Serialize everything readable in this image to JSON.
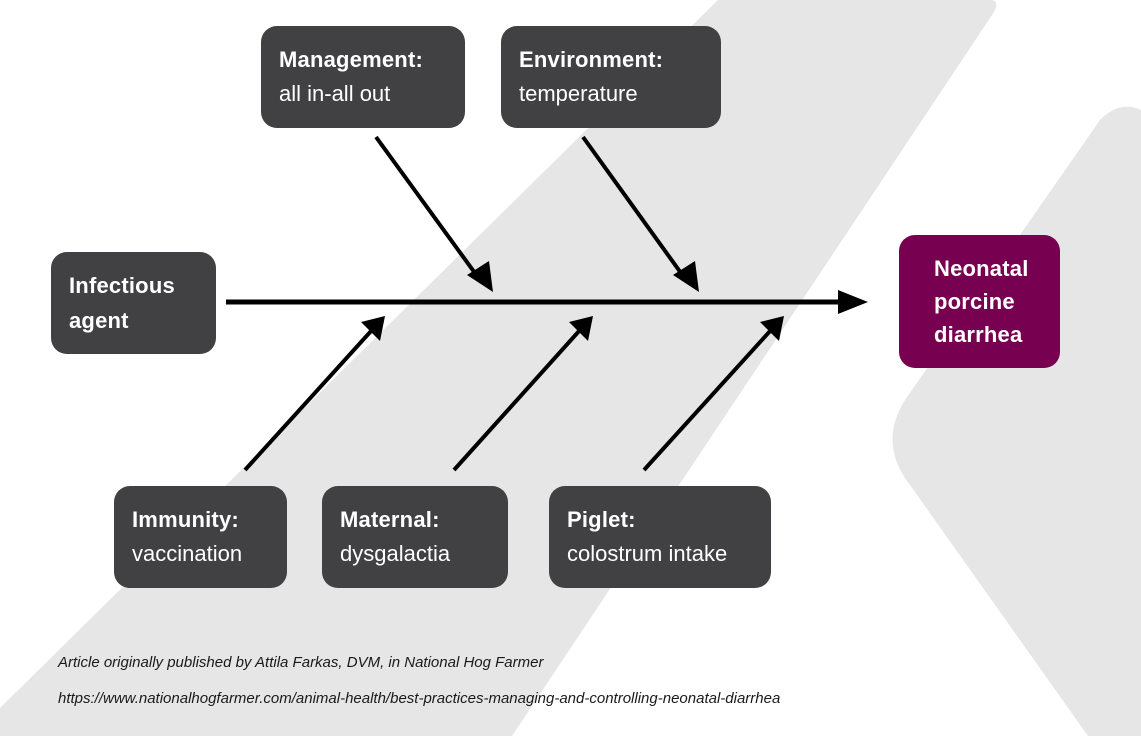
{
  "diagram": {
    "type": "fishbone",
    "colors": {
      "box": "#414042",
      "effect_box": "#780050",
      "text_on_box": "#ffffff",
      "arrow": "#000000",
      "background_shape": "#e6e6e7",
      "caption_text": "#1a1a1a"
    },
    "head_cause": {
      "lines": [
        "Infectious",
        "agent"
      ]
    },
    "effect": {
      "lines": [
        "Neonatal",
        "porcine",
        "diarrhea"
      ]
    },
    "top_causes": [
      {
        "category": "Management:",
        "detail": "all in-all out"
      },
      {
        "category": "Environment:",
        "detail": "temperature"
      }
    ],
    "bottom_causes": [
      {
        "category": "Immunity:",
        "detail": "vaccination"
      },
      {
        "category": "Maternal:",
        "detail": "dysgalactia"
      },
      {
        "category": "Piglet:",
        "detail": "colostrum intake"
      }
    ]
  },
  "credits": {
    "attribution": "Article originally published by Attila Farkas, DVM, in National Hog Farmer",
    "url": "https://www.nationalhogfarmer.com/animal-health/best-practices-managing-and-controlling-neonatal-diarrhea"
  }
}
